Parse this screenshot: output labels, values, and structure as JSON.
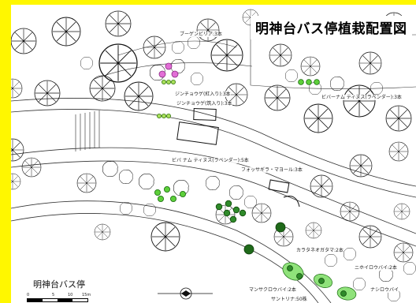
{
  "title": "明神台バス停植栽配置図",
  "stop_name": "明神台バス停",
  "scale": {
    "ticks": [
      "0",
      "5",
      "10",
      "15m"
    ]
  },
  "labels": {
    "bougainvillea": "ブーゲンビリア:3本",
    "jinchoge_red": "ジンチョウゲ(紅入り):3本",
    "jinchoge_ki": "ジンチョウゲ(筑入り):3本",
    "burnum_top": "ビバーナム ティヌス(ラベンダー):3本",
    "burnum_mid": "ビバ ナム ティヌス(ラベンダー):5本",
    "fothergilla": "フォッサギラ・マヨール:3本",
    "karatane": "カラタネオガタマ:2本",
    "manzuzorbai": "マンサクロウバイ:2本",
    "santolina": "サントリナ:50株",
    "noirobai": "ニホイロウバイ:2本",
    "nashiro": "ナシロウバイ"
  },
  "colors": {
    "accent_frame": "#fff700",
    "planting_green": "#5dcf3a",
    "planting_pink": "#e26fd6"
  }
}
